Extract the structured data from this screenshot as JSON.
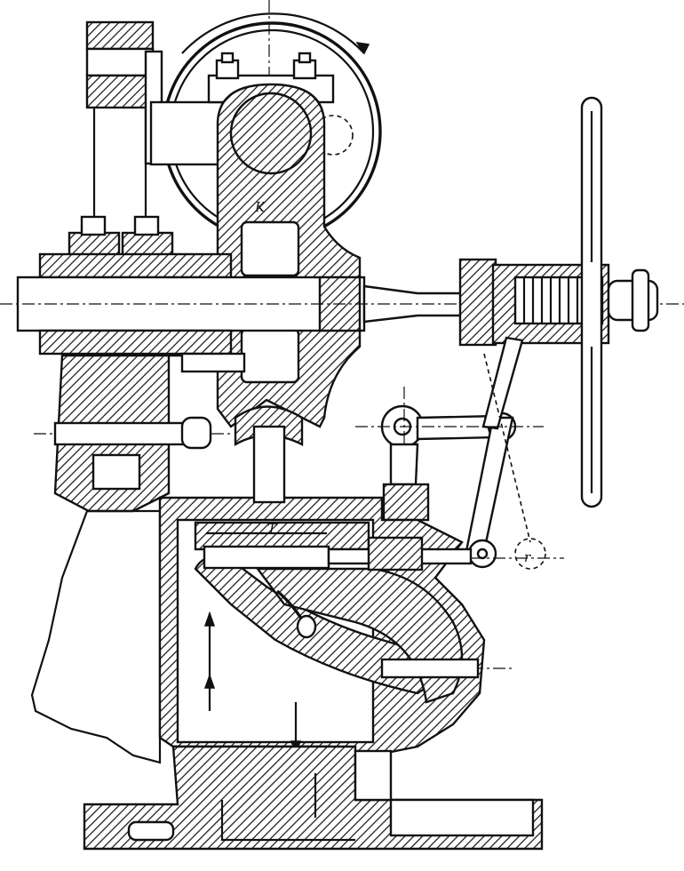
{
  "figure": {
    "labels": {
      "shaft_block": "K",
      "slide": "T",
      "pivot": "r"
    },
    "ink_color": "#111111",
    "paper_color": "#ffffff"
  }
}
